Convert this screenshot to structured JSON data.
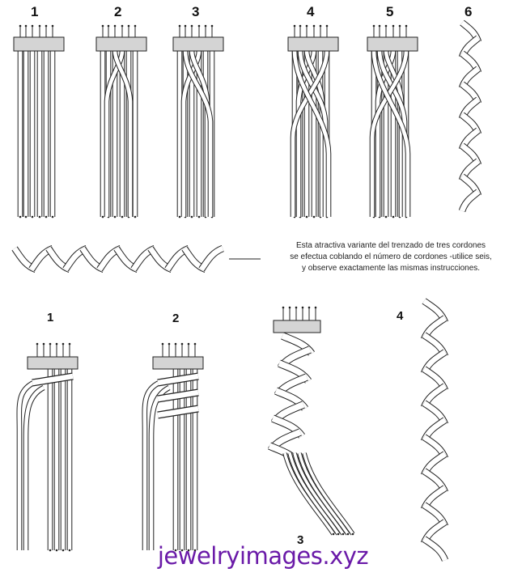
{
  "top_row": {
    "steps": [
      "1",
      "2",
      "3",
      "4",
      "5",
      "6"
    ]
  },
  "caption": {
    "lines": [
      "Esta atractiva variante del trenzado de tres cordones",
      "se efectua coblando el número de cordones -utilice seis,",
      "y observe exactamente las mismas instrucciones."
    ]
  },
  "bottom_row": {
    "steps": [
      "1",
      "2",
      "3",
      "4"
    ]
  },
  "watermark": "jewelryimages.xyz",
  "colors": {
    "ink": "#222222",
    "clamp_fill": "#d4d4d4",
    "watermark": "#6a1aa8"
  }
}
